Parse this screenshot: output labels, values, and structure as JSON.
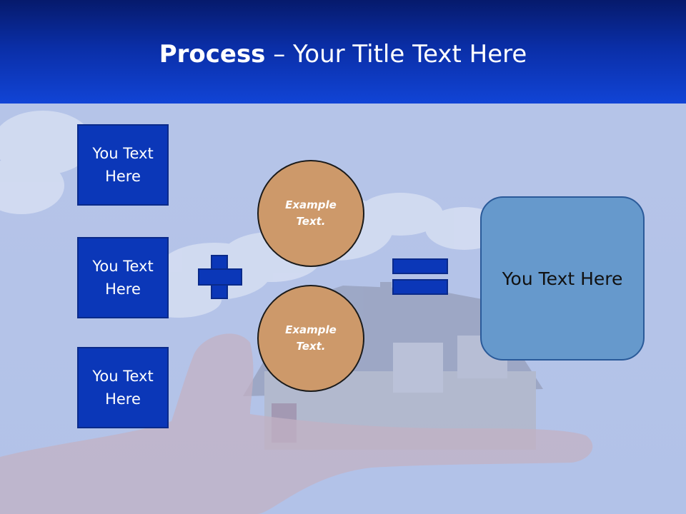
{
  "slide": {
    "title_bold": "Process",
    "title_rest": " – Your Title Text Here"
  },
  "left_boxes": [
    {
      "text": "You Text Here"
    },
    {
      "text": "You Text Here"
    },
    {
      "text": "You Text Here"
    }
  ],
  "circles": [
    {
      "text": "Example Text."
    },
    {
      "text": "Example Text."
    }
  ],
  "result": {
    "text": "You Text Here"
  },
  "colors": {
    "header": "#0a2ea6",
    "box_blue": "#0b37b8",
    "circle_fill": "#cd996a",
    "result_fill": "#6699cc"
  },
  "icons": [
    "plus-icon",
    "equals-icon"
  ]
}
